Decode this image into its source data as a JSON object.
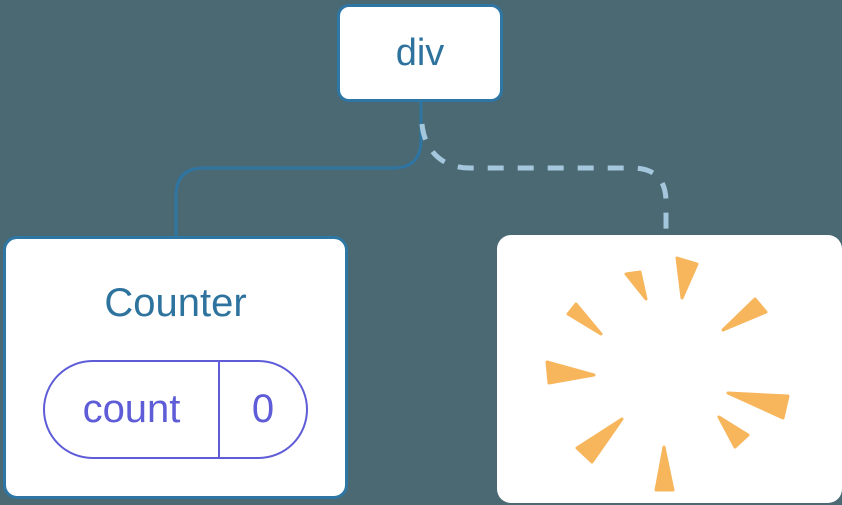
{
  "tree": {
    "root_label": "div",
    "counter_card": {
      "title": "Counter",
      "state_pill": {
        "name": "count",
        "value": "0"
      }
    }
  },
  "colors": {
    "background": "#4b6973",
    "card_bg": "#ffffff",
    "node_border": "#2e76a4",
    "node_text": "#2d739e",
    "solid_line": "#2e75a2",
    "dashed_line": "#a4c7de",
    "pill": "#5e5cd6",
    "poof": "#f7b55c"
  }
}
